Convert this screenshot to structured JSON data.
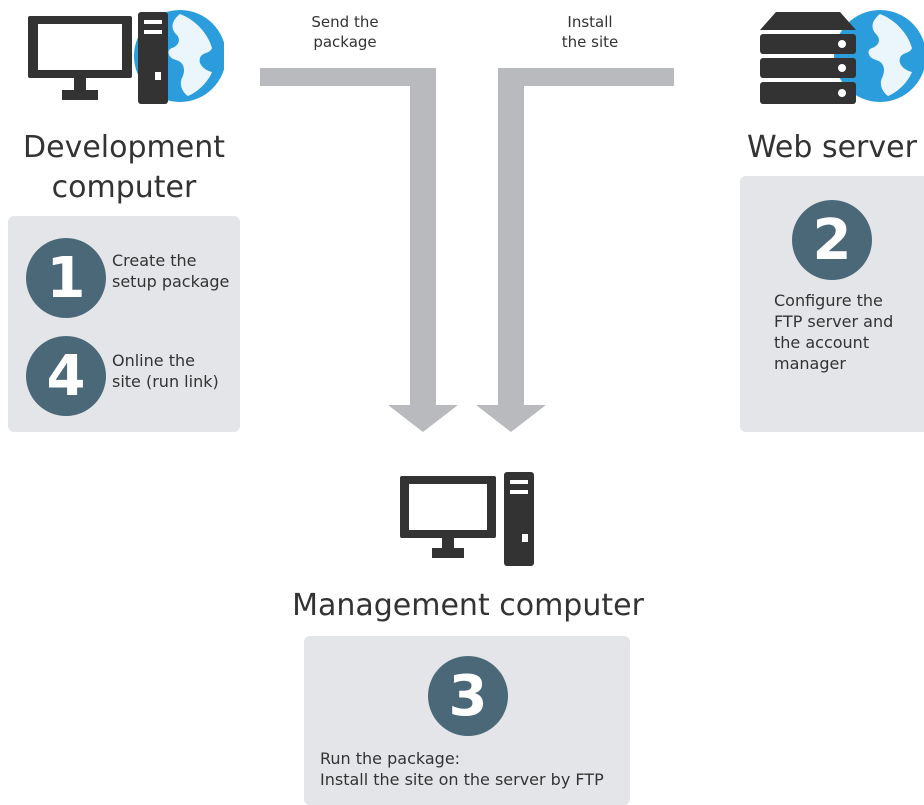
{
  "nodes": {
    "development": {
      "title_line1": "Development",
      "title_line2": "computer",
      "steps": [
        {
          "number": "1",
          "text_line1": "Create the",
          "text_line2": "setup package"
        },
        {
          "number": "4",
          "text_line1": "Online the",
          "text_line2": "site (run link)"
        }
      ]
    },
    "web_server": {
      "title": "Web server",
      "step": {
        "number": "2",
        "text_lines": [
          "Configure the",
          "FTP server and",
          "the account",
          "manager"
        ]
      }
    },
    "management": {
      "title": "Management computer",
      "step": {
        "number": "3",
        "text_line1": "Run the package:",
        "text_line2": "Install the site on the server by FTP"
      }
    }
  },
  "flows": {
    "send": {
      "line1": "Send the",
      "line2": "package"
    },
    "install": {
      "line1": "Install",
      "line2": "the site"
    }
  },
  "colors": {
    "icon": "#333333",
    "globe": "#2b9ddc",
    "badge": "#4b6879",
    "box": "#e4e5e8",
    "arrow": "#b9babd"
  }
}
